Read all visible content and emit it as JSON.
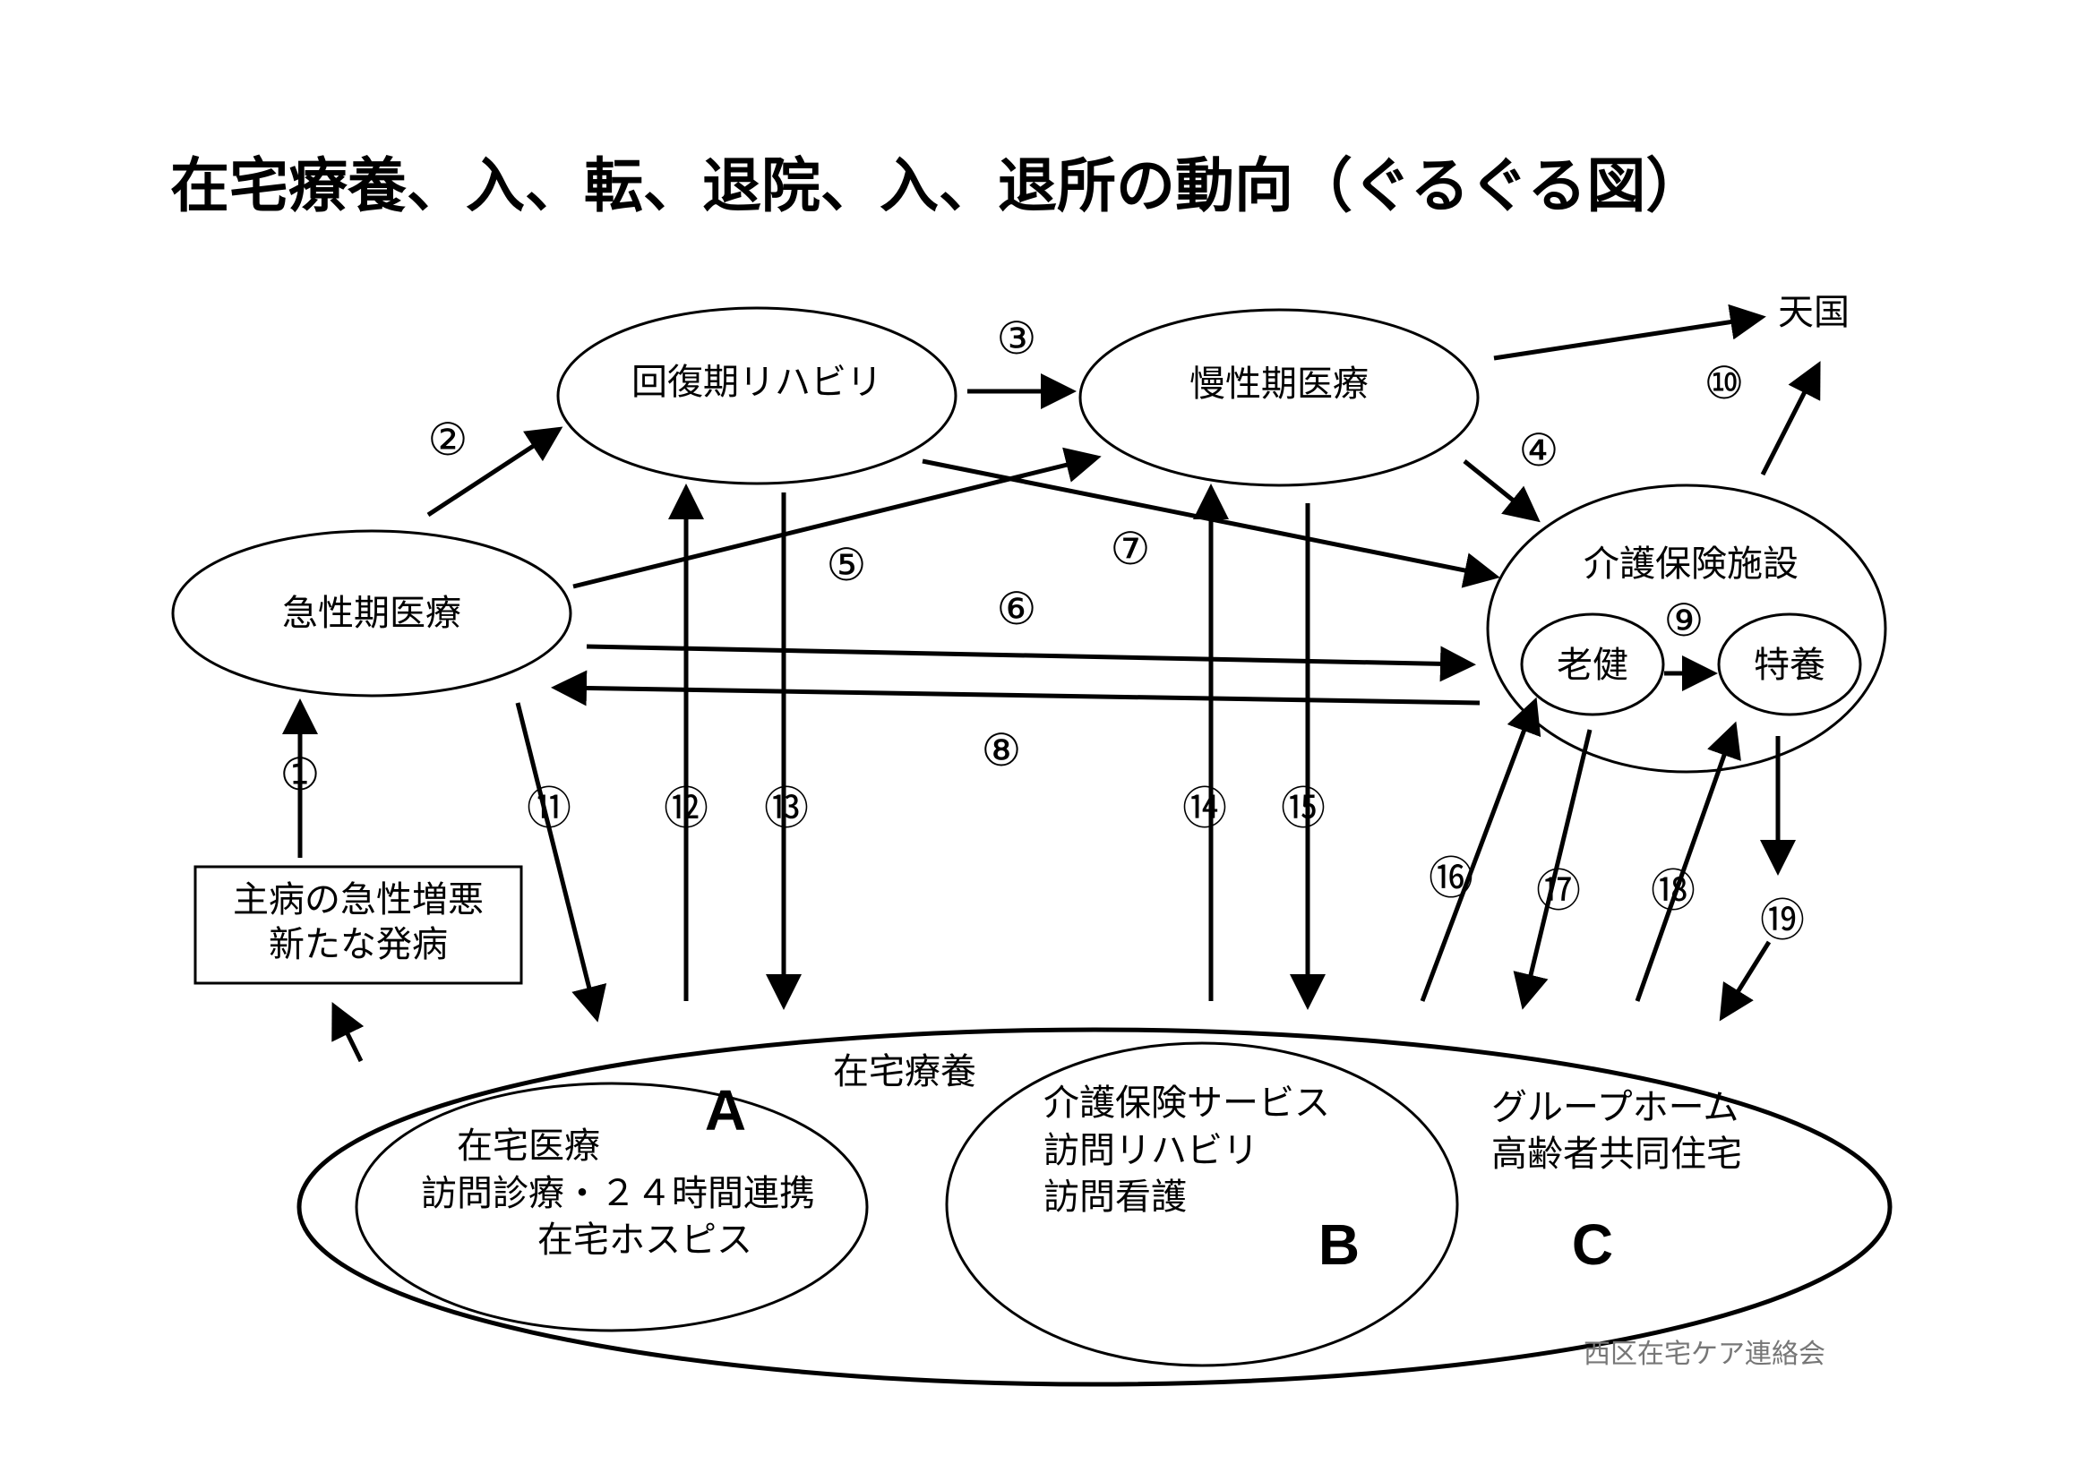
{
  "title": "在宅療養、入、転、退院、入、退所の動向（ぐるぐる図）",
  "nodes": {
    "acute_care": "急性期医療",
    "recovery_rehab": "回復期リハビリ",
    "chronic_care": "慢性期医療",
    "heaven": "天国",
    "care_facility": "介護保険施設",
    "roken": "老健",
    "tokuyo": "特養",
    "trigger_line1": "主病の急性増悪",
    "trigger_line2": "新たな発病",
    "home_care": "在宅療養"
  },
  "group_a": {
    "letter": "A",
    "line1": "在宅医療",
    "line2": "訪問診療・２４時間連携",
    "line3": "在宅ホスピス"
  },
  "group_b": {
    "letter": "B",
    "line1": "介護保険サービス",
    "line2": "訪問リハビリ",
    "line3": "訪問看護"
  },
  "group_c": {
    "letter": "C",
    "line1": "グループホーム",
    "line2": "高齢者共同住宅"
  },
  "numbers": [
    "①",
    "②",
    "③",
    "④",
    "⑤",
    "⑥",
    "⑦",
    "⑧",
    "⑨",
    "⑩",
    "⑪",
    "⑫",
    "⑬",
    "⑭",
    "⑮",
    "⑯",
    "⑰",
    "⑱",
    "⑲"
  ],
  "credit": "西区在宅ケア連絡会"
}
